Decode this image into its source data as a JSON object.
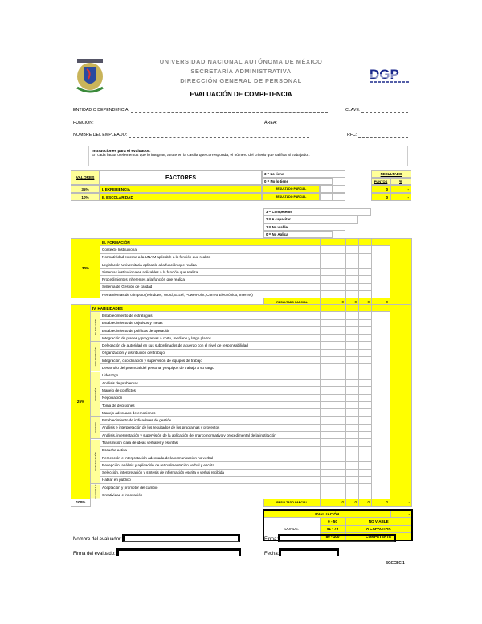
{
  "header": {
    "university": "UNIVERSIDAD NACIONAL AUTÓNOMA DE MÉXICO",
    "secretariat": "SECRETARÍA ADMINISTRATIVA",
    "direction": "DIRECCIÓN GENERAL DE PERSONAL",
    "title": "EVALUACIÓN DE COMPETENCIA",
    "logo_left": "UNAM shield",
    "logo_right": "DGP"
  },
  "fields": {
    "entidad": "ENTIDAD O DEPENDENCIA:",
    "clave": "CLAVE:",
    "funcion": "FUNCIÓN:",
    "area": "ÁREA:",
    "nombre": "NOMBRE DEL EMPLEADO:",
    "rfc": "RFC:"
  },
  "instructions": {
    "heading": "Instrucciones para el evaluador:",
    "text": "En cada factor o elementos que lo integran, anote en la casilla que corresponda, el número del criterio que califica al trabajador."
  },
  "table1": {
    "valores": "VALORES",
    "factores": "FACTORES",
    "legend": [
      "3 = Lo tiene",
      "0 = No lo tiene"
    ],
    "resultado": "RESULTADO",
    "puntos": "PUNTOS",
    "pct": "%",
    "partial": "RESULTADO PARCIAL",
    "rows": [
      {
        "valor": "35%",
        "factor": "I. EXPERIENCIA",
        "puntos": "0",
        "pct": "-"
      },
      {
        "valor": "10%",
        "factor": "II. ESCOLARIDAD",
        "puntos": "0",
        "pct": "-"
      }
    ]
  },
  "legend2": [
    "3 = Competente",
    "2 = A capacitar",
    "1 = No viable",
    "0 = No Aplica"
  ],
  "formacion": {
    "valor": "30%",
    "heading": "III. FORMACIÓN",
    "items": [
      "Contexto Institucional",
      "Normatividad externa a la UNAM aplicable a la función que realiza",
      "Legislación Universitaria aplicable a la función que realiza",
      "Sistemas institucionales aplicables a la función que realiza",
      "Procedimientos inherentes a la función que realiza",
      "Sistema de Gestión de calidad",
      "Herramientas de cómputo (Windows, Word, Excel, PowerPoint, Correo Electrónico, Internet)"
    ],
    "partial_label": "RESULTADO PARCIAL",
    "partial_values": [
      "0",
      "0",
      "0",
      "0"
    ],
    "partial_pct": "-"
  },
  "habilidades": {
    "valor": "25%",
    "heading": "IV. HABILIDADES",
    "groups": [
      {
        "name": "PLANEACIÓN",
        "items": [
          "Establecimiento de estrategias",
          "Establecimiento de objetivos y metas",
          "Establecimiento de políticas de operación",
          "Integración de planes y programas a corto, mediano y largo plazos"
        ]
      },
      {
        "name": "ORGANIZACIÓN",
        "items": [
          "Delegación de autoridad en sus subordinados de acuerdo con el nivel de responsabilidad",
          "Organización y distribución del trabajo",
          "Integración, coordinación y supervisión de equipos de trabajo",
          "Desarrollo del potencial del personal y equipos de trabajo a su cargo"
        ]
      },
      {
        "name": "DIRECCIÓN",
        "items": [
          "Liderazgo",
          "Análisis de problemas",
          "Manejo de conflictos",
          "Negociación",
          "Toma de decisiones",
          "Manejo adecuado de emociones"
        ]
      },
      {
        "name": "CONTROL",
        "items": [
          "Establecimiento de indicadores de gestión",
          "Análisis e interpretación de los resultados de los programas y proyectos",
          "Análisis, interpretación y supervisión de la aplicación del marco normativo y procedimental de la institución"
        ]
      },
      {
        "name": "COMUNICACIÓN",
        "items": [
          "Transmisión clara de ideas verbales y escritas",
          "Escucha activa",
          "Percepción e interpretación adecuada de la comunicación no verbal",
          "Recepción, análisis y aplicación de retroalimentación verbal y escrita",
          "Selección, interpretación y síntesis de información escrita o verbal recibida",
          "Hablar en público"
        ]
      },
      {
        "name": "CULTURA DE CAMBIO",
        "items": [
          "Aceptación y promotor del cambio",
          "Creatividad e innovación"
        ]
      }
    ],
    "total": "100%",
    "partial_label": "RESULTADO PARCIAL",
    "partial_values": [
      "0",
      "0",
      "0",
      "0"
    ],
    "partial_pct": "-"
  },
  "evaluacion": {
    "label": "EVALUACIÓN",
    "value": "-",
    "donde": "DONDE:",
    "ranges": [
      {
        "range": "0 - 50",
        "label": "NO VIABLE"
      },
      {
        "range": "51 - 79",
        "label": "A CAPACITAR"
      },
      {
        "range": "80 - 100",
        "label": "COMPETENTE"
      }
    ]
  },
  "signatures": {
    "evaluador": "Nombre del evaluador:",
    "firma": "Firma:",
    "firma_evaluado": "Firma del evaluado:",
    "fecha": "Fecha:"
  },
  "code": "SGCCEC-1",
  "colors": {
    "highlight": "#ffff00",
    "title_gray": "#888888"
  }
}
